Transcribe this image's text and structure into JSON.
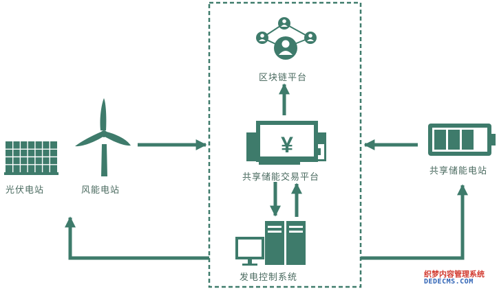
{
  "colors": {
    "primary": "#3e7b6b",
    "label_text": "#4a6a5f",
    "dashed_border": "#3e7b6b"
  },
  "nodes": {
    "blockchain": {
      "label": "区块链平台",
      "icon": "network-people-icon"
    },
    "trading": {
      "label": "共享储能交易平台",
      "icon": "trading-terminal-yuan-icon"
    },
    "control": {
      "label": "发电控制系统",
      "icon": "server-computer-icon"
    },
    "solar": {
      "label": "光伏电站",
      "icon": "solar-panel-icon"
    },
    "wind": {
      "label": "风能电站",
      "icon": "wind-turbine-icon"
    },
    "storage": {
      "label": "共享储能电站",
      "icon": "battery-icon"
    }
  },
  "watermark": {
    "line1": "织梦内容管理系统",
    "line2": "DEDECMS.COM"
  }
}
